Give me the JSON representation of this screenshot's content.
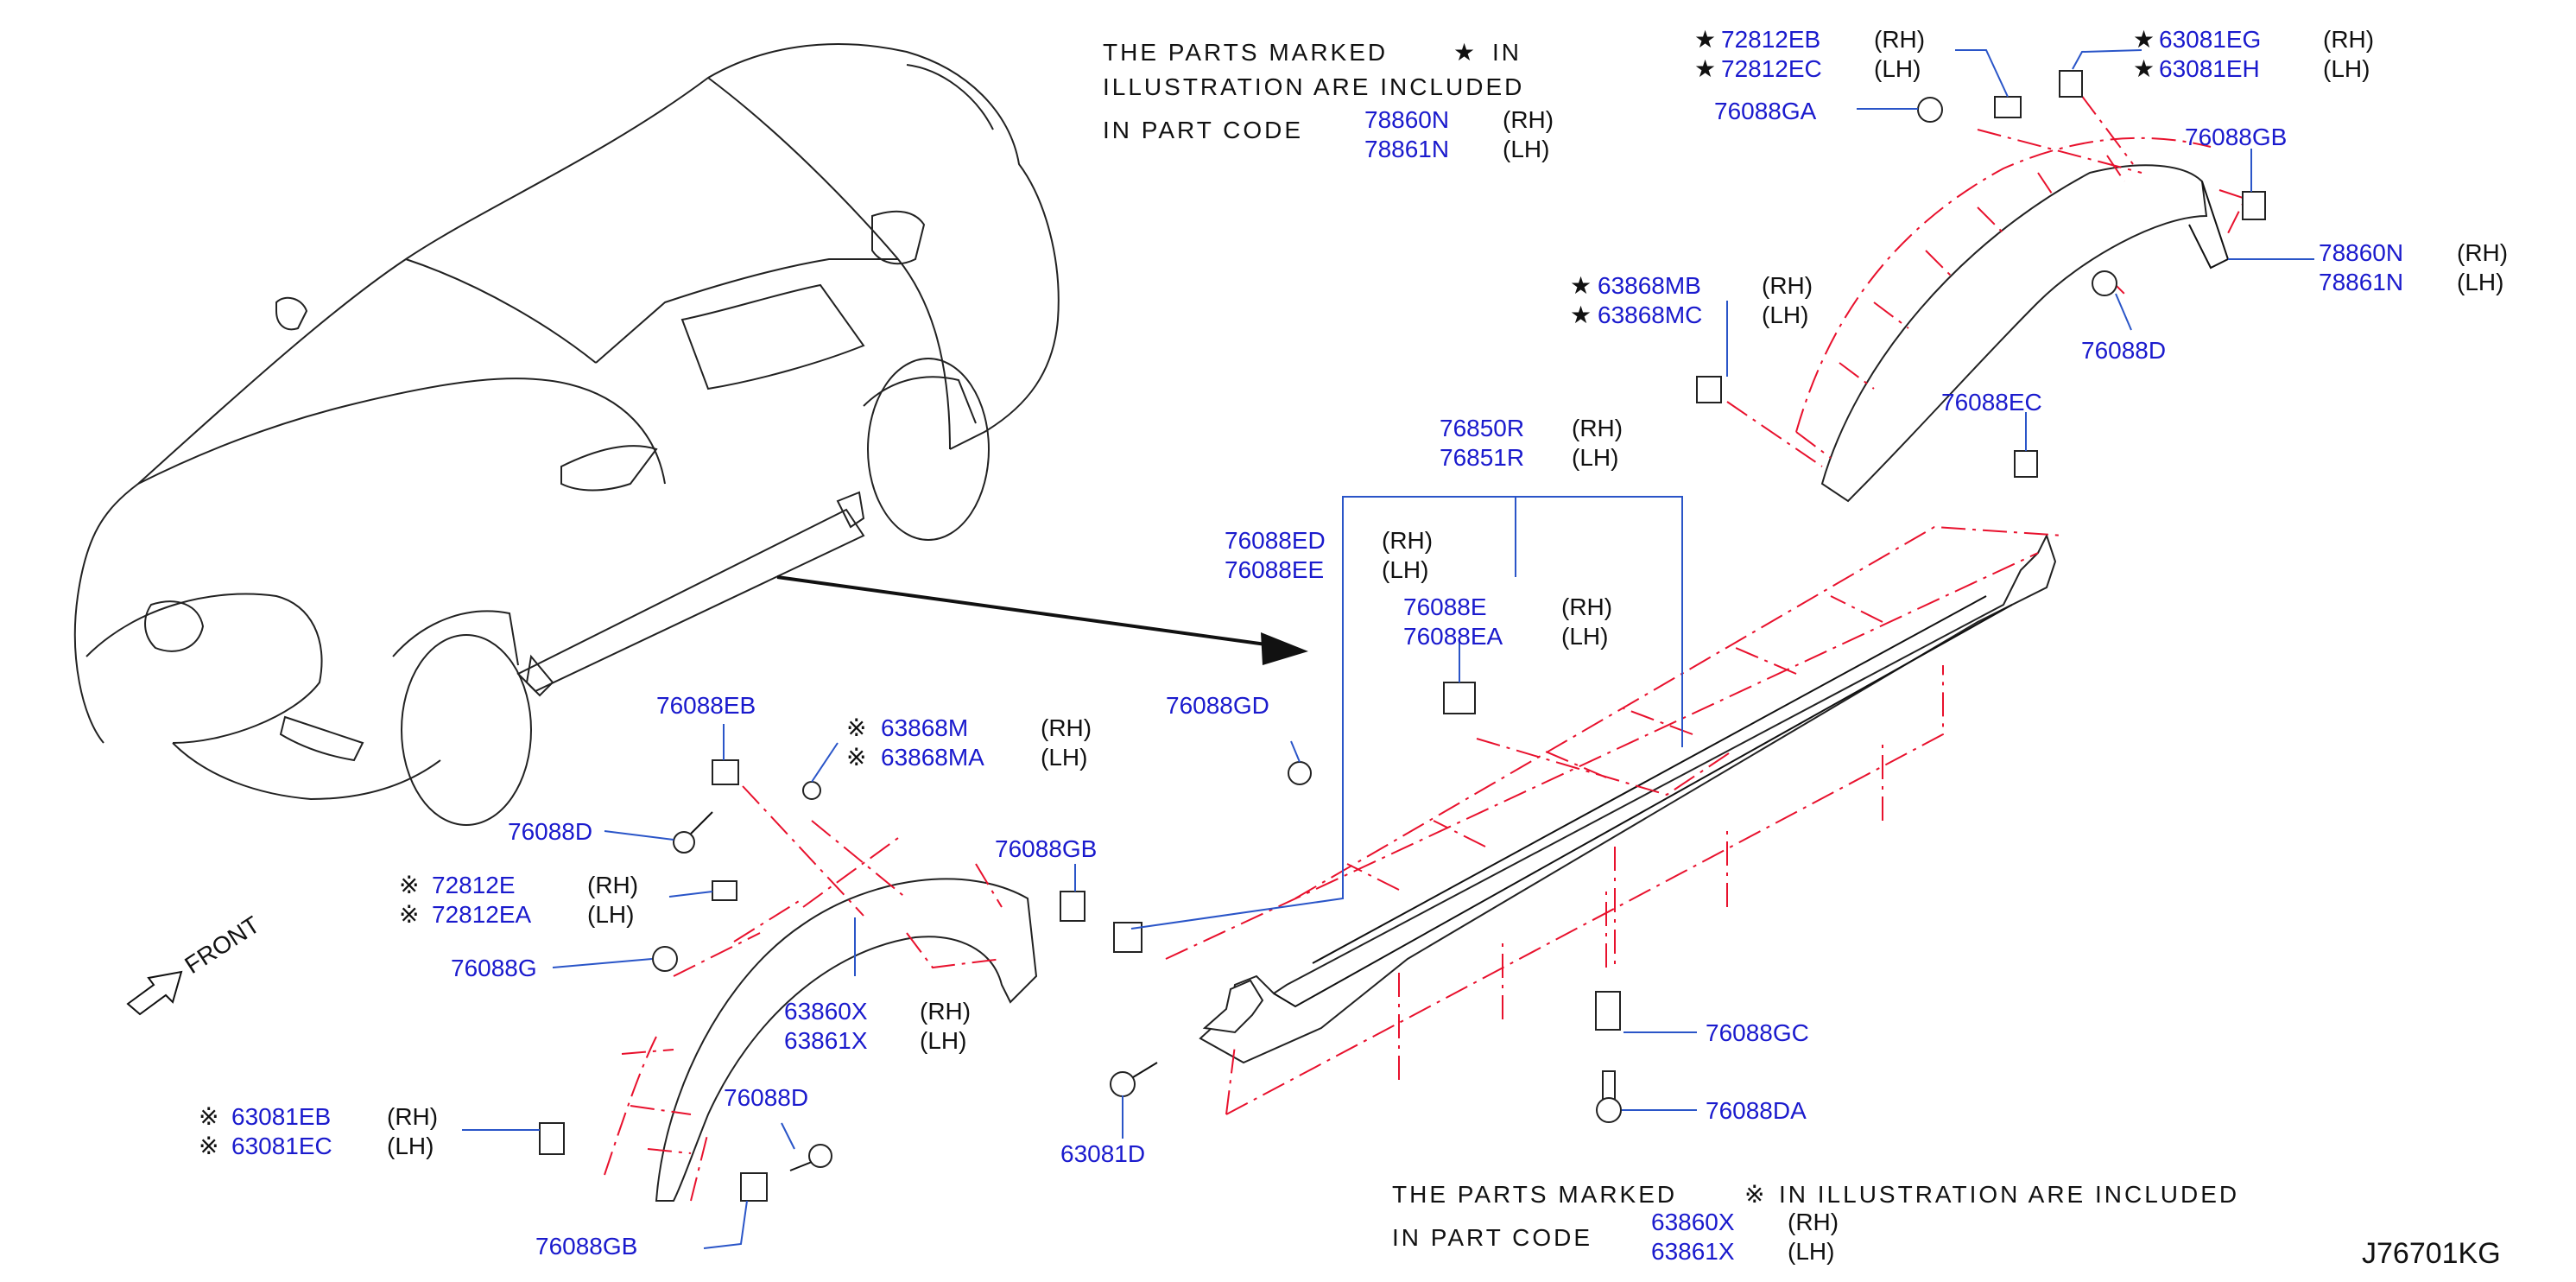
{
  "diagram_code": "J76701KG",
  "front_label": "FRONT",
  "notes": {
    "star": {
      "line1_a": "THE PARTS MARKED",
      "marker": "★",
      "line1_b": "IN",
      "line2": "ILLUSTRATION ARE INCLUDED",
      "line3": "IN PART CODE",
      "codes": [
        {
          "pn": "78860N",
          "side": "(RH)"
        },
        {
          "pn": "78861N",
          "side": "(LH)"
        }
      ]
    },
    "kome": {
      "line1_a": "THE PARTS MARKED",
      "marker": "※",
      "line1_b": "IN ILLUSTRATION ARE INCLUDED",
      "line2": "IN PART CODE",
      "codes": [
        {
          "pn": "63860X",
          "side": "(RH)"
        },
        {
          "pn": "63861X",
          "side": "(LH)"
        }
      ]
    }
  },
  "callouts": {
    "c72812eb": {
      "marker": "★",
      "pn": "72812EB",
      "side": "(RH)"
    },
    "c72812ec": {
      "marker": "★",
      "pn": "72812EC",
      "side": "(LH)"
    },
    "c63081eg": {
      "marker": "★",
      "pn": "63081EG",
      "side": "(RH)"
    },
    "c63081eh": {
      "marker": "★",
      "pn": "63081EH",
      "side": "(LH)"
    },
    "c76088ga": {
      "pn": "76088GA"
    },
    "c76088gb_top": {
      "pn": "76088GB"
    },
    "c78860n": {
      "pn": "78860N",
      "side": "(RH)"
    },
    "c78861n": {
      "pn": "78861N",
      "side": "(LH)"
    },
    "c63868mb": {
      "marker": "★",
      "pn": "63868MB",
      "side": "(RH)"
    },
    "c63868mc": {
      "marker": "★",
      "pn": "63868MC",
      "side": "(LH)"
    },
    "c76088d_top": {
      "pn": "76088D"
    },
    "c76088ec": {
      "pn": "76088EC"
    },
    "c76850r": {
      "pn": "76850R",
      "side": "(RH)"
    },
    "c76851r": {
      "pn": "76851R",
      "side": "(LH)"
    },
    "c76088ed": {
      "pn": "76088ED",
      "side": "(RH)"
    },
    "c76088ee": {
      "pn": "76088EE",
      "side": "(LH)"
    },
    "c76088e": {
      "pn": "76088E",
      "side": "(RH)"
    },
    "c76088ea": {
      "pn": "76088EA",
      "side": "(LH)"
    },
    "c76088gd": {
      "pn": "76088GD"
    },
    "c76088eb": {
      "pn": "76088EB"
    },
    "c63868m": {
      "marker": "※",
      "pn": "63868M",
      "side": "(RH)"
    },
    "c63868ma": {
      "marker": "※",
      "pn": "63868MA",
      "side": "(LH)"
    },
    "c76088d_left": {
      "pn": "76088D"
    },
    "c76088gb_mid": {
      "pn": "76088GB"
    },
    "c72812e": {
      "marker": "※",
      "pn": "72812E",
      "side": "(RH)"
    },
    "c72812ea": {
      "marker": "※",
      "pn": "72812EA",
      "side": "(LH)"
    },
    "c76088g": {
      "pn": "76088G"
    },
    "c63860x": {
      "pn": "63860X",
      "side": "(RH)"
    },
    "c63861x": {
      "pn": "63861X",
      "side": "(LH)"
    },
    "c76088d_bot": {
      "pn": "76088D"
    },
    "c63081eb": {
      "marker": "※",
      "pn": "63081EB",
      "side": "(RH)"
    },
    "c63081ec": {
      "marker": "※",
      "pn": "63081EC",
      "side": "(LH)"
    },
    "c76088gb_bot": {
      "pn": "76088GB"
    },
    "c63081d": {
      "pn": "63081D"
    },
    "c76088gc": {
      "pn": "76088GC"
    },
    "c76088da": {
      "pn": "76088DA"
    }
  }
}
